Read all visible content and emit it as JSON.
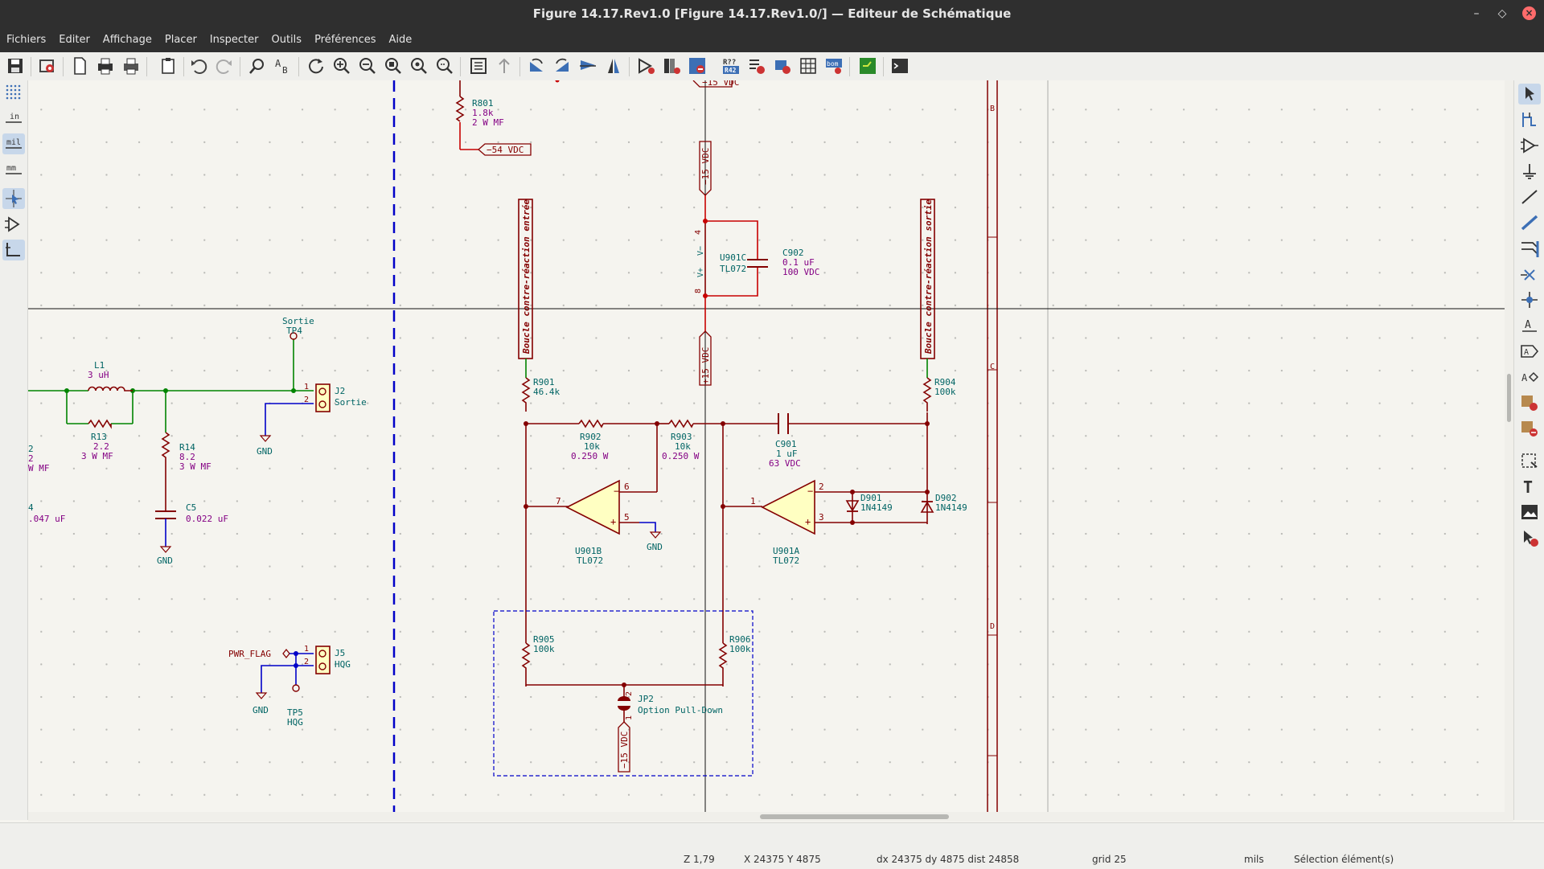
{
  "window": {
    "title": "Figure 14.17.Rev1.0 [Figure 14.17.Rev1.0/] — Editeur de Schématique",
    "minimize": "–",
    "maximize": "◇",
    "close": "×"
  },
  "menu": [
    "Fichiers",
    "Editer",
    "Affichage",
    "Placer",
    "Inspecter",
    "Outils",
    "Préférences",
    "Aide"
  ],
  "left_toolbar": {
    "unit_in": "in",
    "unit_mil": "mil",
    "unit_mm": "mm"
  },
  "status": {
    "zoom": "Z 1,79",
    "xy": "X 24375  Y 4875",
    "delta": "dx 24375  dy 4875  dist 24858",
    "grid": "grid 25",
    "units": "mils",
    "mode": "Sélection élément(s)"
  },
  "schematic": {
    "border_letters": [
      "B",
      "C",
      "D"
    ],
    "r801": {
      "ref": "R801",
      "value": "1.8k",
      "spec": "2 W MF"
    },
    "pwr_m54": "−54 VDC",
    "pwr_m15_top": "−15 VDC",
    "pwr_m15_a": "−15 VDC",
    "pwr_p15": "+15 VDC",
    "pwr_m15_b": "−15 VDC",
    "label_in": "Boucle contre-réaction entrée",
    "label_out": "Boucle contre-réaction sortie",
    "u901c": {
      "ref": "U901C",
      "value": "TL072",
      "pin4": "4",
      "pin8": "8",
      "vminus": "V−",
      "vplus": "V+"
    },
    "c902": {
      "ref": "C902",
      "value": "0.1 uF",
      "spec": "100 VDC"
    },
    "tp4": {
      "name": "Sortie",
      "ref": "TP4"
    },
    "l1": {
      "ref": "L1",
      "value": "3 uH"
    },
    "j2": {
      "ref": "J2",
      "value": "Sortie",
      "pin1": "1",
      "pin2": "2"
    },
    "r13": {
      "ref": "R13",
      "value": "2.2",
      "spec": "3 W MF"
    },
    "r14": {
      "ref": "R14",
      "value": "8.2",
      "spec": "3 W MF"
    },
    "c5": {
      "ref": "C5",
      "value": "0.022 uF"
    },
    "partial": {
      "a": "2",
      "b": "2",
      "c": "W MF",
      "d": "4",
      "e": ".047 uF"
    },
    "gnd": "GND",
    "r901": {
      "ref": "R901",
      "value": "46.4k"
    },
    "r902": {
      "ref": "R902",
      "value": "10k",
      "spec": "0.250 W"
    },
    "r903": {
      "ref": "R903",
      "value": "10k",
      "spec": "0.250 W"
    },
    "c901": {
      "ref": "C901",
      "value": "1 uF",
      "spec": "63 VDC"
    },
    "r904": {
      "ref": "R904",
      "value": "100k"
    },
    "u901b": {
      "ref": "U901B",
      "value": "TL072",
      "pin7": "7",
      "pin6": "6",
      "pin5": "5"
    },
    "u901a": {
      "ref": "U901A",
      "value": "TL072",
      "pin1": "1",
      "pin2": "2",
      "pin3": "3"
    },
    "d901": {
      "ref": "D901",
      "value": "1N4149"
    },
    "d902": {
      "ref": "D902",
      "value": "1N4149"
    },
    "r905": {
      "ref": "R905",
      "value": "100k"
    },
    "r906": {
      "ref": "R906",
      "value": "100k"
    },
    "jp2": {
      "ref": "JP2",
      "value": "Option Pull-Down",
      "pin1": "1",
      "pin2": "2"
    },
    "pwr_flag": "PWR_FLAG",
    "j5": {
      "ref": "J5",
      "value": "HQG",
      "pin1": "1",
      "pin2": "2"
    },
    "tp5": {
      "ref": "TP5",
      "value": "HQG"
    }
  },
  "colors": {
    "wire": "#008400",
    "bus": "#0000c8",
    "symbol": "#840000",
    "ref": "#006464",
    "value": "#840084",
    "chrome": "#2f2f2f"
  }
}
